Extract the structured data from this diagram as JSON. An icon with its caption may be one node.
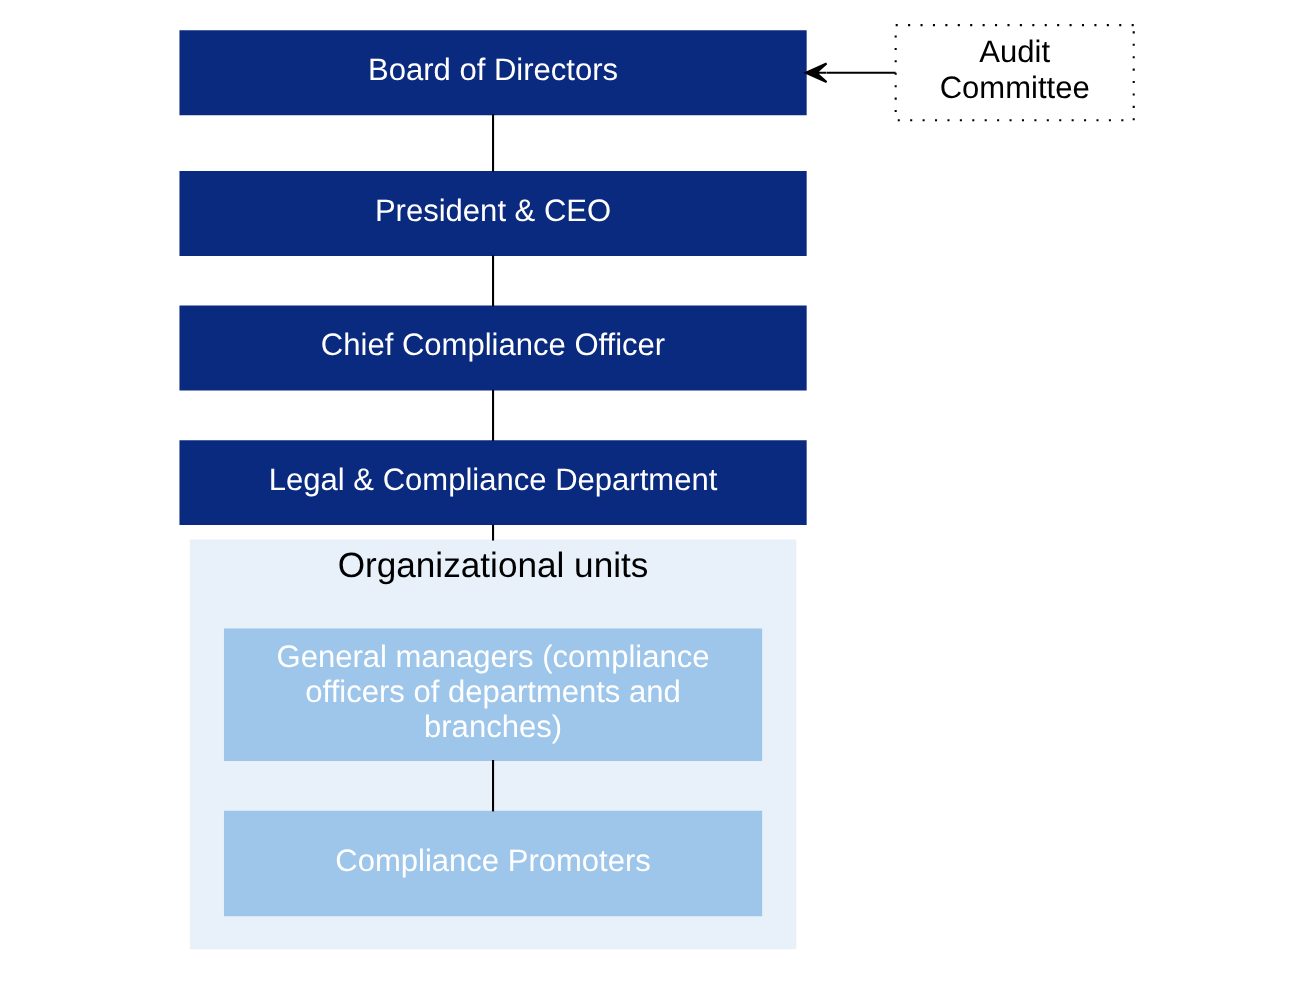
{
  "diagram": {
    "nodes": [
      {
        "text": [
          "Board of Directors"
        ]
      },
      {
        "text": [
          "Audit Committee"
        ]
      },
      {
        "text": [
          "President & CEO"
        ]
      },
      {
        "text": [
          "Chief Compliance Officer"
        ]
      },
      {
        "text": [
          "Legal & Compliance Department"
        ]
      },
      {
        "text": [
          "Organizational units"
        ]
      },
      {
        "text": [
          "General managers (compliance officers of departments and branches)"
        ],
        "in": 5
      },
      {
        "text": [
          "Compliance Promoters"
        ],
        "in": 5
      }
    ],
    "edges": [
      {
        "from": 1,
        "to": 0,
        "arrow": "to"
      },
      {
        "from": 0,
        "to": 2,
        "arrow": "none"
      },
      {
        "from": 2,
        "to": 3,
        "arrow": "none"
      },
      {
        "from": 3,
        "to": 4,
        "arrow": "none"
      },
      {
        "from": 4,
        "to": 5,
        "arrow": "none"
      },
      {
        "from": 6,
        "to": 7,
        "arrow": "none"
      }
    ]
  }
}
